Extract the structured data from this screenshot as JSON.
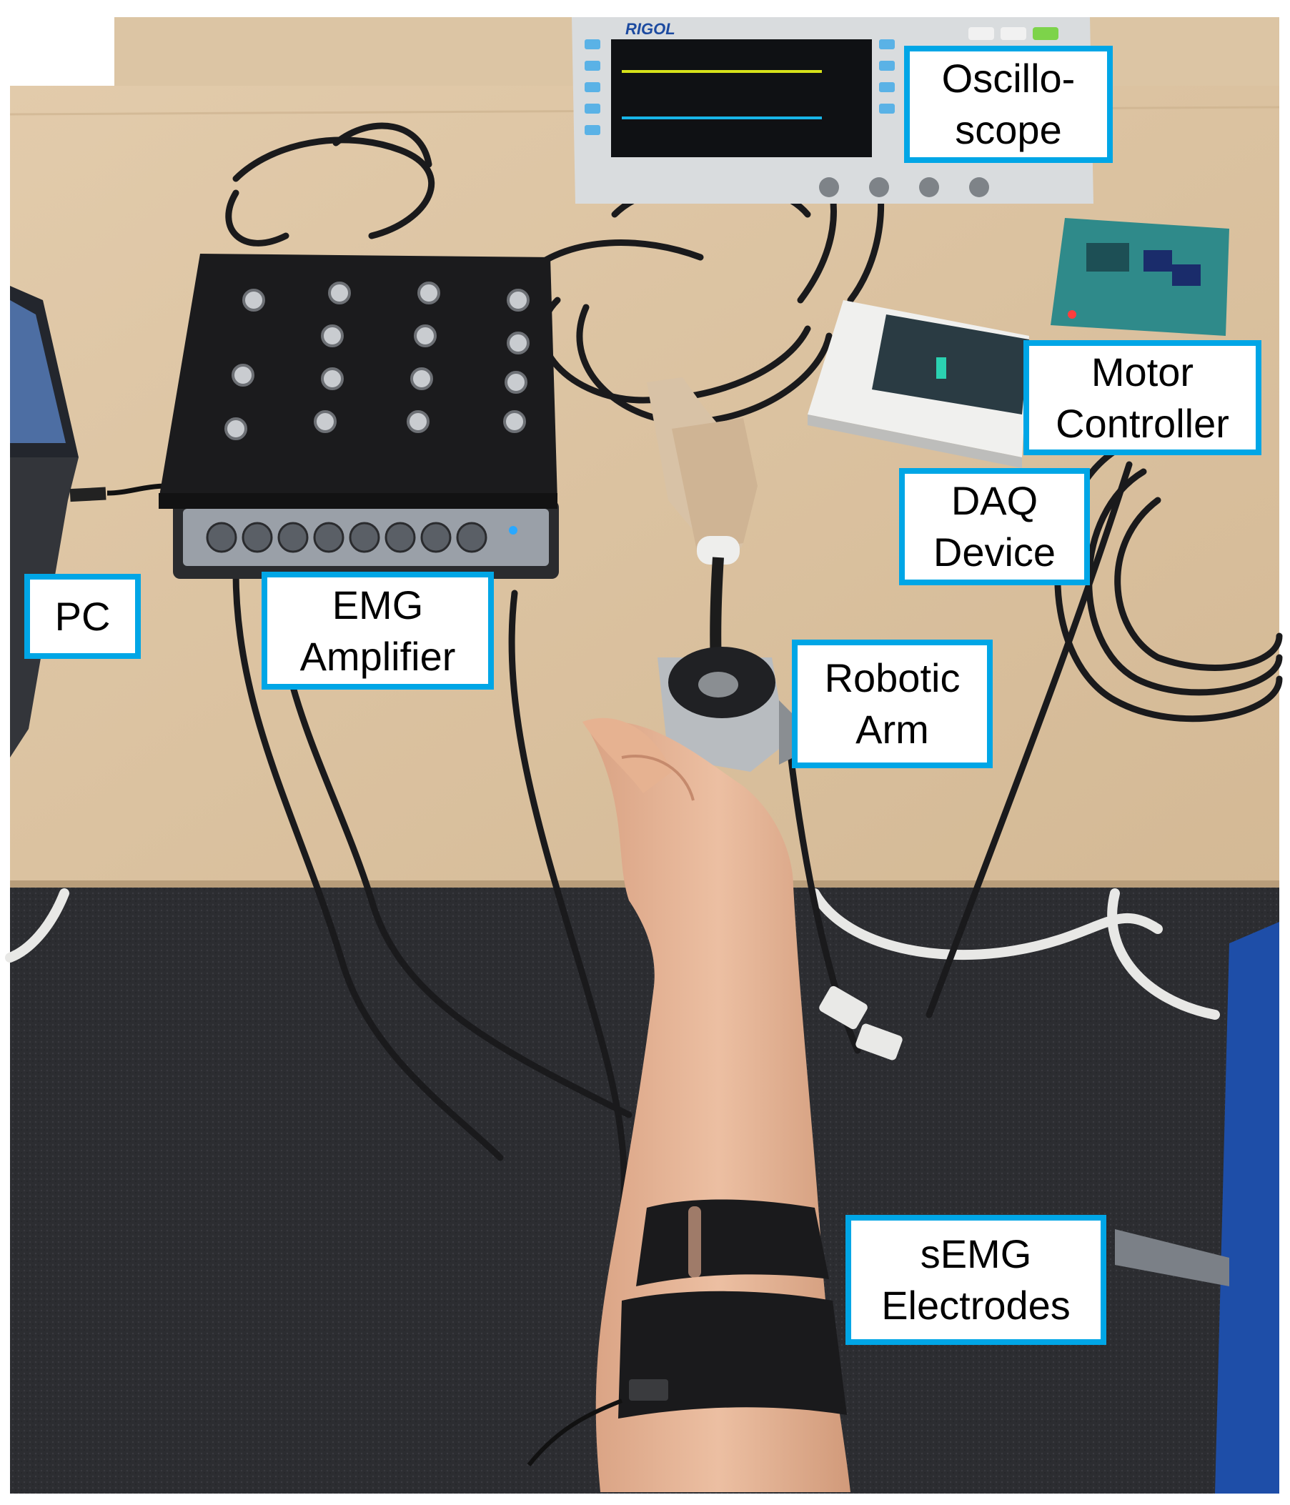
{
  "labels": {
    "oscilloscope": "Oscillo-\nscope",
    "motor_controller": "Motor\nController",
    "daq_device": "DAQ\nDevice",
    "pc": "PC",
    "emg_amplifier": "EMG\nAmplifier",
    "robotic_arm": "Robotic\nArm",
    "semg_electrodes": "sEMG\nElectrodes"
  },
  "brand_text": "RIGOL",
  "colors": {
    "label_border": "#00a6e6",
    "desk": "#dcc4a2",
    "carpet": "#2c2d31",
    "chair": "#1e4ea8",
    "amplifier_body": "#1b1b1d",
    "skin": "#e5b393",
    "trace_yellow": "#d6e21a",
    "trace_cyan": "#18b5e8"
  },
  "icons": {
    "pc": "laptop",
    "emg_amplifier": "bnc-connector-box",
    "oscilloscope": "oscilloscope",
    "daq_device": "daq-box",
    "motor_controller": "circuit-board",
    "robotic_arm": "servo-motor-with-hand",
    "semg_electrodes": "armband-electrodes"
  }
}
